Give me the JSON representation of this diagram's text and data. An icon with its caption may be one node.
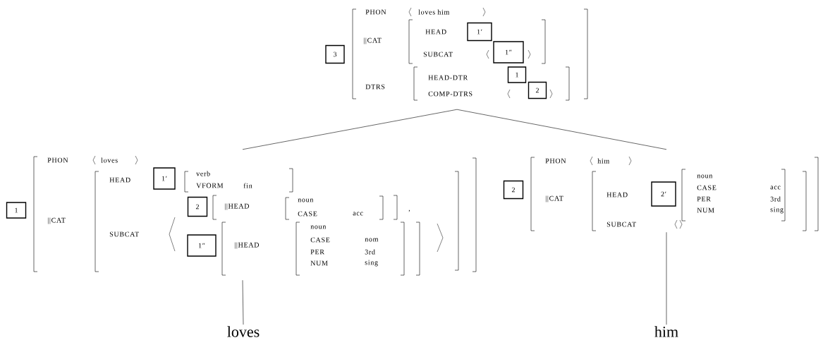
{
  "diagram": {
    "nodes": [
      {
        "text": [
          "PHON",
          "loves him",
          "||CAT",
          "HEAD",
          "SUBCAT",
          "DTRS",
          "HEAD-DTR",
          "COMP-DTRS"
        ]
      },
      {
        "text": [
          "3"
        ]
      },
      {
        "text": [
          "1′"
        ],
        "in": 0
      },
      {
        "text": [
          "1″"
        ],
        "in": 0
      },
      {
        "text": [
          "1"
        ],
        "in": 0
      },
      {
        "text": [
          "2"
        ],
        "in": 0
      },
      {
        "text": [
          "PHON",
          "loves",
          "||CAT",
          "HEAD",
          "verb",
          "VFORM",
          "fin",
          "SUBCAT",
          "||HEAD",
          "noun",
          "CASE",
          "acc",
          ",",
          "||HEAD",
          "noun",
          "CASE",
          "nom",
          "PER",
          "3rd",
          "NUM",
          "sing"
        ]
      },
      {
        "text": [
          "1"
        ]
      },
      {
        "text": [
          "1′"
        ],
        "in": 6
      },
      {
        "text": [
          "2"
        ],
        "in": 6
      },
      {
        "text": [
          "1″"
        ],
        "in": 6
      },
      {
        "text": [
          "PHON",
          "him",
          "||CAT",
          "HEAD",
          "noun",
          "CASE",
          "acc",
          "PER",
          "3rd",
          "NUM",
          "sing",
          "SUBCAT"
        ]
      },
      {
        "text": [
          "2"
        ]
      },
      {
        "text": [
          "2′"
        ],
        "in": 11
      },
      {
        "text": [
          "loves"
        ]
      },
      {
        "text": [
          "him"
        ]
      }
    ],
    "edges": [
      {
        "from": 0,
        "to": 6,
        "arrow": "none"
      },
      {
        "from": 0,
        "to": 11,
        "arrow": "none"
      },
      {
        "from": 6,
        "to": 14,
        "arrow": "none"
      },
      {
        "from": 11,
        "to": 15,
        "arrow": "none"
      }
    ]
  }
}
